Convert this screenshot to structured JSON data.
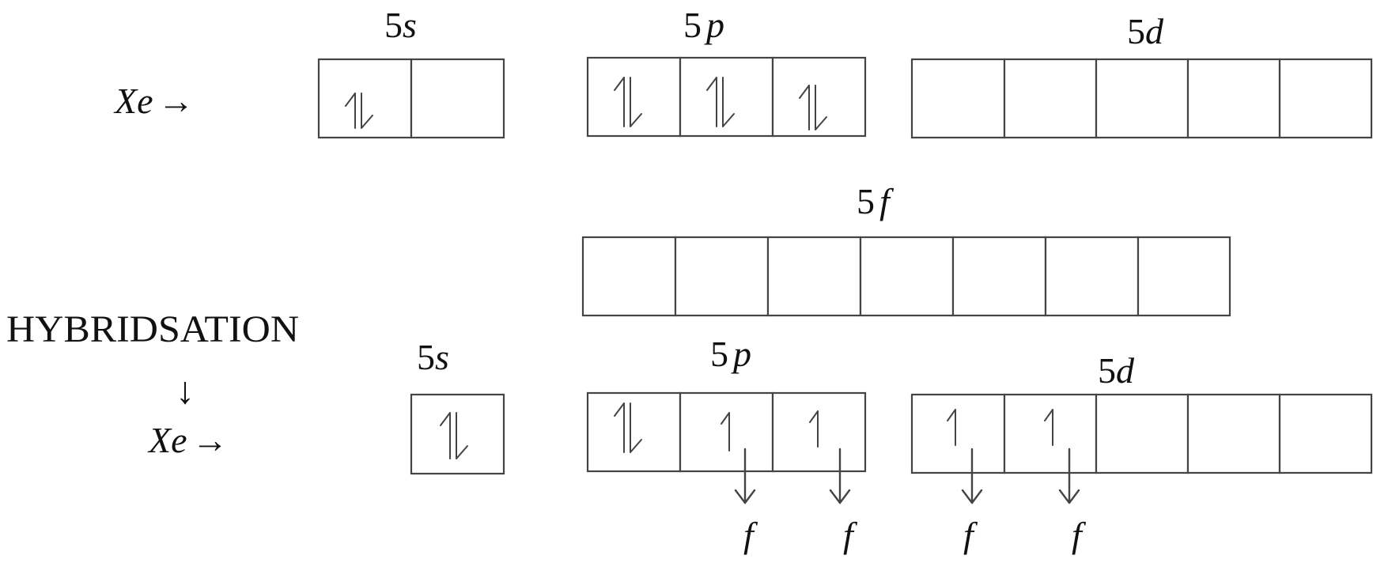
{
  "row1": {
    "prefix": "Xe",
    "arrow": "→",
    "groups": [
      {
        "id": "5s",
        "num": "5",
        "letter": "s",
        "boxes": [
          "pair",
          "empty"
        ]
      },
      {
        "id": "5p",
        "num": "5",
        "letter": "p",
        "boxes": [
          "pair",
          "pair",
          "pair"
        ]
      },
      {
        "id": "5d",
        "num": "5",
        "letter": "d",
        "boxes": [
          "empty",
          "empty",
          "empty",
          "empty",
          "empty"
        ]
      },
      {
        "id": "5f",
        "num": "5",
        "letter": "f",
        "boxes": [
          "empty",
          "empty",
          "empty",
          "empty",
          "empty",
          "empty",
          "empty"
        ]
      }
    ]
  },
  "hybridisation": {
    "label": "HYBRIDSATION",
    "down_arrow": "↓",
    "prefix": "Xe",
    "arrow": "→"
  },
  "row2": {
    "groups": [
      {
        "id": "5s",
        "num": "5",
        "letter": "s",
        "boxes": [
          "pair"
        ]
      },
      {
        "id": "5p",
        "num": "5",
        "letter": "p",
        "boxes": [
          "pair",
          "single-f",
          "single-f"
        ]
      },
      {
        "id": "5d",
        "num": "5",
        "letter": "d",
        "boxes": [
          "single-f",
          "single-f",
          "empty",
          "empty",
          "empty"
        ]
      }
    ],
    "bond_label": "f"
  }
}
